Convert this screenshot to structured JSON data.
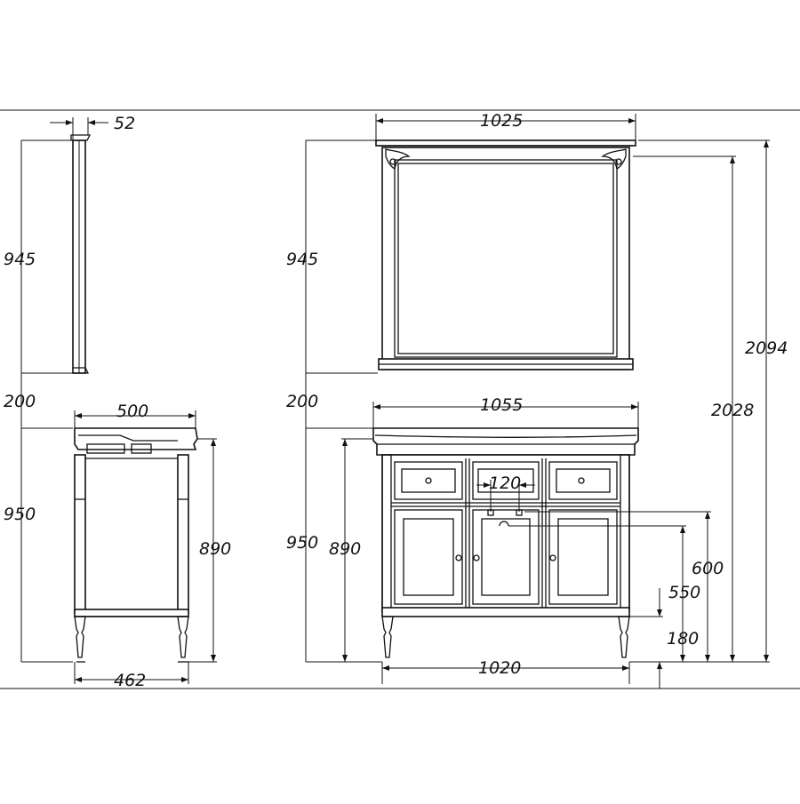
{
  "dimensions": {
    "side_mirror_depth": "52",
    "side_mirror_height": "945",
    "side_gap": "200",
    "side_top_depth": "500",
    "side_height": "950",
    "side_cabinet_height": "890",
    "side_base_depth": "462",
    "front_mirror_width": "1025",
    "front_mirror_height": "945",
    "front_gap": "200",
    "front_top_width": "1055",
    "front_height": "950",
    "front_cabinet_height": "890",
    "pipe_spacing": "120",
    "total_height": "2094",
    "mirror_top_height": "2028",
    "outlet_height_600": "600",
    "outlet_height_550": "550",
    "outlet_height_180": "180",
    "front_base_width": "1020"
  }
}
